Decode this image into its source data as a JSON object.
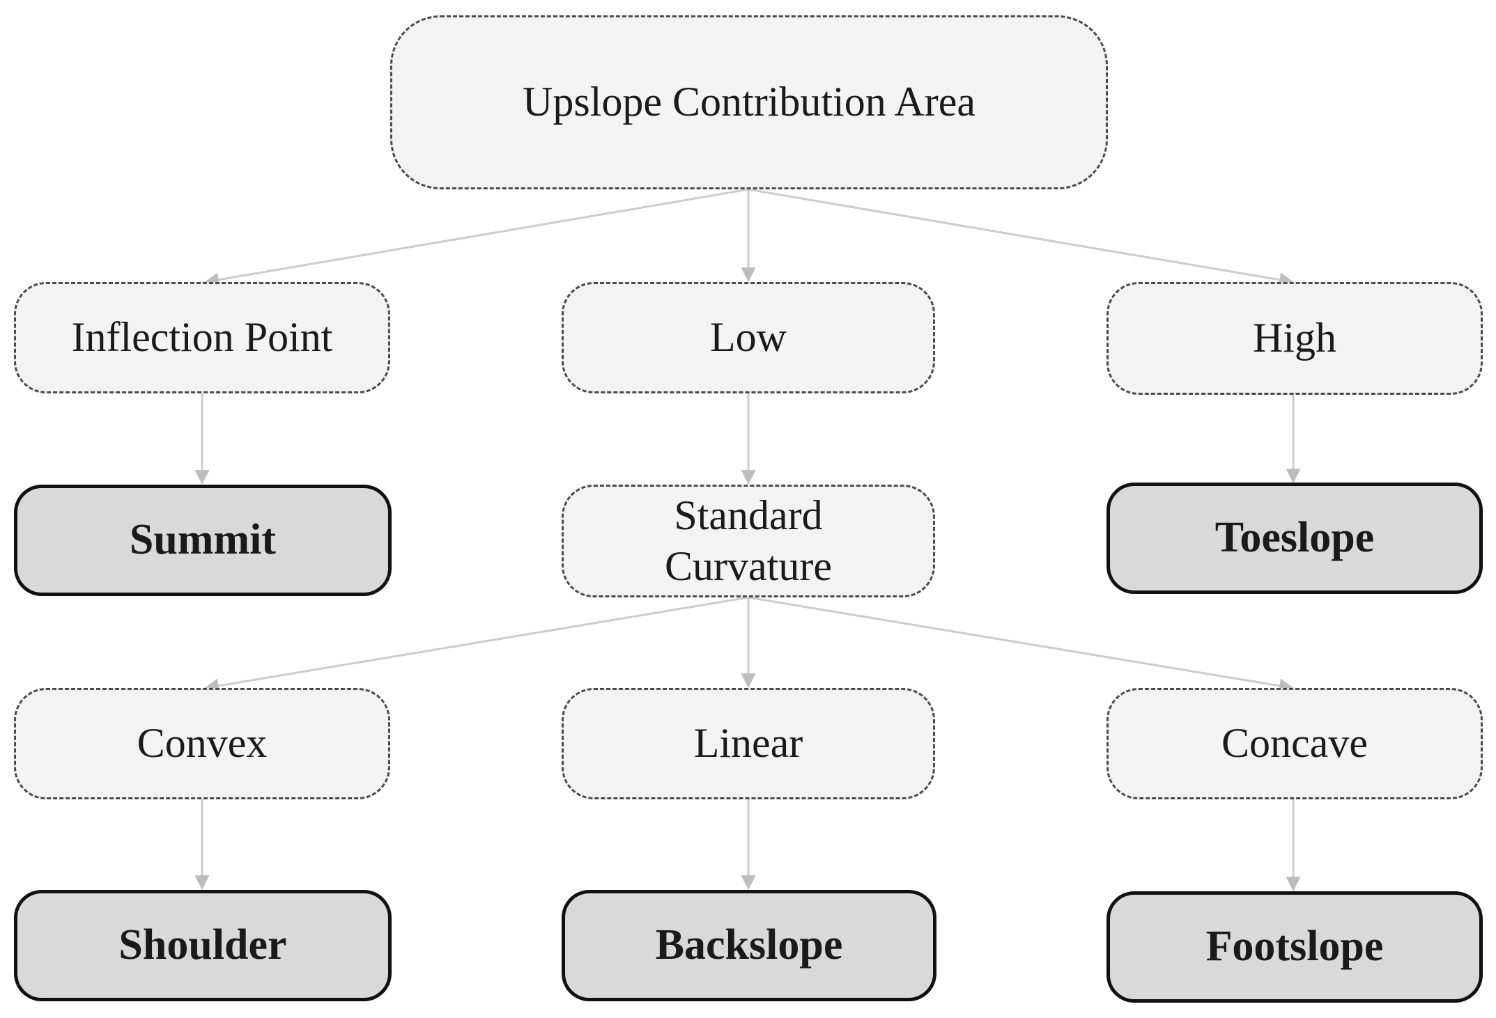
{
  "diagram": {
    "root": {
      "label": "Upslope Contribution Area"
    },
    "level1": [
      {
        "label": "Inflection Point"
      },
      {
        "label": "Low"
      },
      {
        "label": "High"
      }
    ],
    "level2": {
      "summit": {
        "label": "Summit"
      },
      "standard_curvature": {
        "label": "Standard\nCurvature"
      },
      "toeslope": {
        "label": "Toeslope"
      }
    },
    "level3": [
      {
        "label": "Convex"
      },
      {
        "label": "Linear"
      },
      {
        "label": "Concave"
      }
    ],
    "level4": [
      {
        "label": "Shoulder"
      },
      {
        "label": "Backslope"
      },
      {
        "label": "Footslope"
      }
    ],
    "colors": {
      "criterion_fill": "#f3f3f3",
      "criterion_border": "#4a4a4a",
      "outcome_fill": "#d9d9d9",
      "outcome_border": "#111111",
      "edge": "#c4c4c4"
    }
  }
}
